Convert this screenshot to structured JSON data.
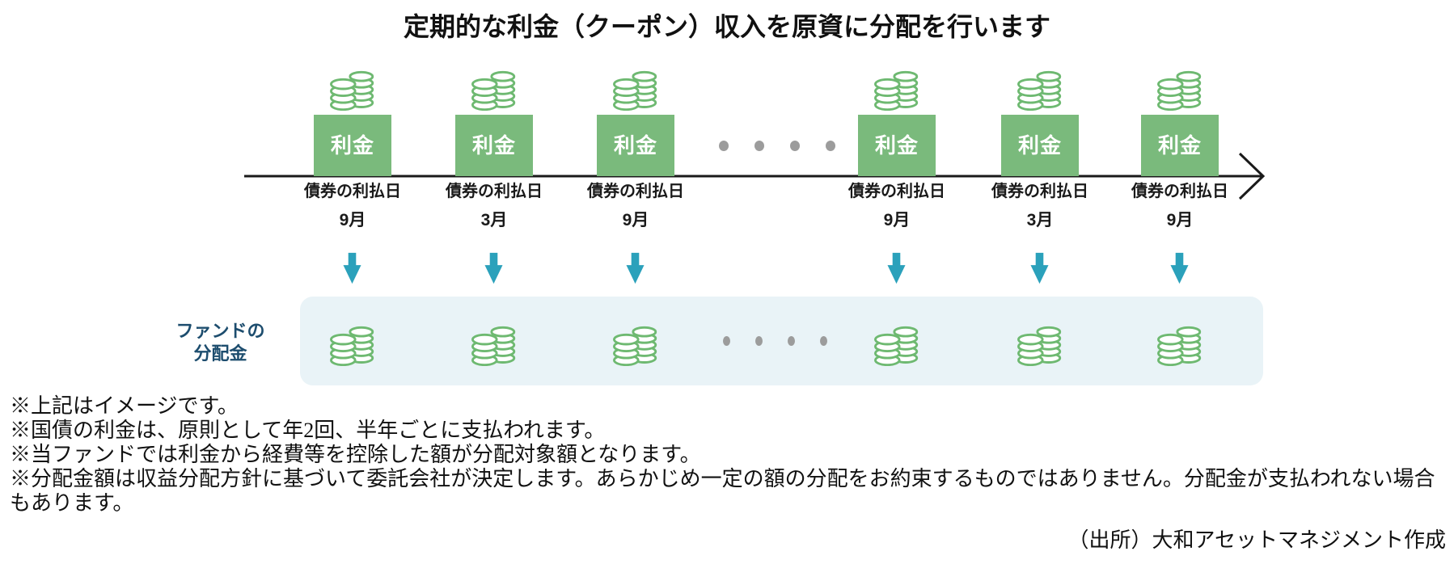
{
  "title": "定期的な利金（クーポン）収入を原資に分配を行います",
  "timeline": {
    "coupon_label": "利金",
    "payment_date_label": "債券の利払日",
    "columns": [
      {
        "month": "9月"
      },
      {
        "month": "3月"
      },
      {
        "month": "9月"
      },
      {
        "month": "9月"
      },
      {
        "month": "3月"
      },
      {
        "month": "9月"
      }
    ]
  },
  "fund": {
    "label_line1": "ファンドの",
    "label_line2": "分配金"
  },
  "footnotes": [
    "※上記はイメージです。",
    "※国債の利金は、原則として年2回、半年ごとに支払われます。",
    "※当ファンドでは利金から経費等を控除した額が分配対象額となります。",
    "※分配金額は収益分配方針に基づいて委託会社が決定します。あらかじめ一定の額の分配をお約束するものではありません。分配金が支払われない場合もあります。"
  ],
  "source": "（出所）大和アセットマネジメント作成",
  "colors": {
    "green_box": "#7aba7c",
    "coin_green": "#6eb971",
    "teal_arrow": "#2ba1bb",
    "fund_box_bg": "#e9f3f7",
    "fund_label_navy": "#1d4d6e",
    "dot_gray": "#9c9c9c",
    "axis_black": "#1a1a1a"
  }
}
